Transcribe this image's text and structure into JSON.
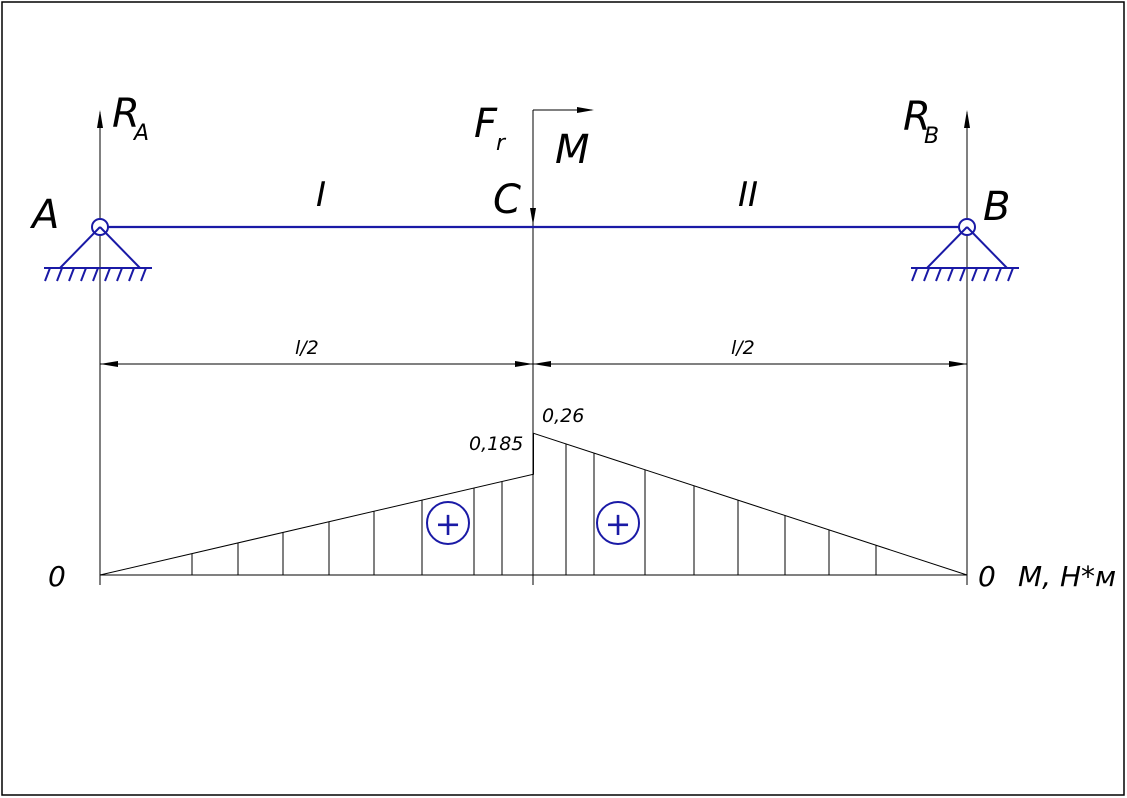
{
  "labels": {
    "support_a": "A",
    "support_b": "B",
    "point_c": "C",
    "reaction_a_main": "R",
    "reaction_a_sub": "A",
    "reaction_b_main": "R",
    "reaction_b_sub": "B",
    "force_main": "F",
    "force_sub": "r",
    "moment": "M",
    "section_1": "I",
    "section_2": "II",
    "span_left": "l/2",
    "span_right": "l/2",
    "diagram_left_zero": "0",
    "diagram_right_zero": "0",
    "diagram_unit": "M, H*м",
    "value_left_at_c": "0,185",
    "value_right_at_c": "0,26",
    "sign_left": "+",
    "sign_right": "+"
  },
  "colors": {
    "beam": "#1a1aa6",
    "lines": "#000000"
  },
  "chart_data": {
    "type": "area",
    "x": [
      0,
      0.5,
      0.5,
      1
    ],
    "y": [
      0,
      0.185,
      0.26,
      0
    ],
    "xlabel": "",
    "ylabel": "M, H*м"
  }
}
